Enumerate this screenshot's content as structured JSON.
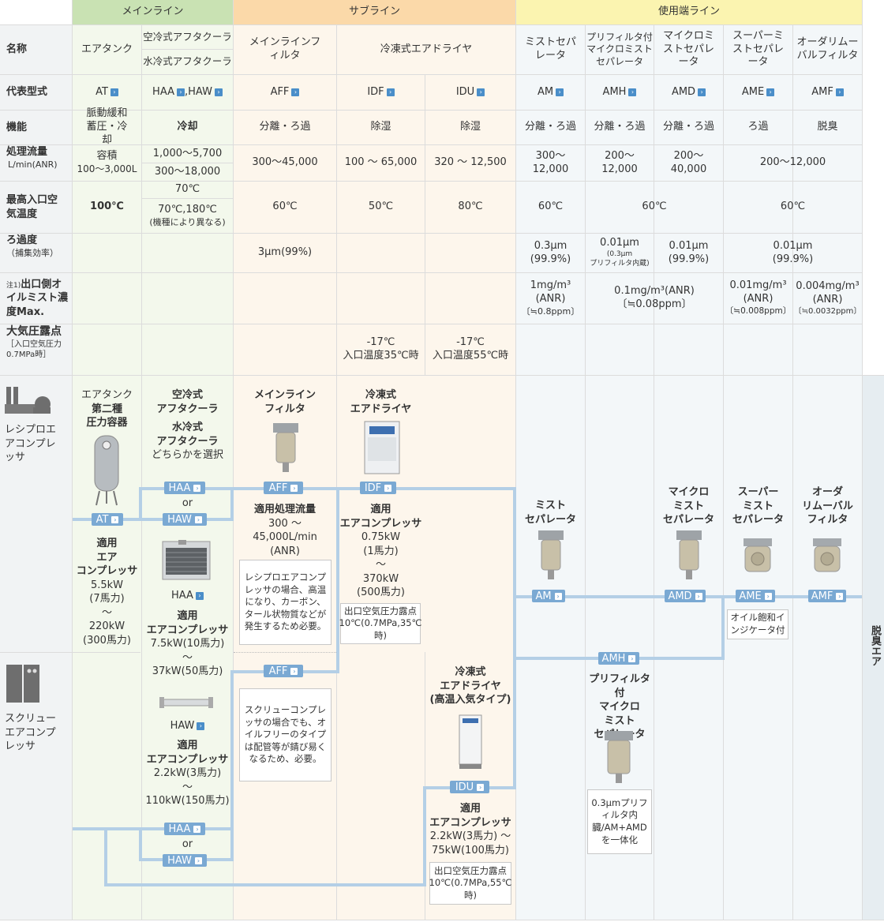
{
  "groups": {
    "main": "メインライン",
    "sub": "サブライン",
    "use": "使用端ライン"
  },
  "labels": {
    "name": "名称",
    "model": "代表型式",
    "function": "機能",
    "flow": "処理流量",
    "flow_unit": "L/min(ANR)",
    "temp": "最高入口空気温度",
    "filtration": "ろ過度",
    "filtration_sub": "（捕集効率）",
    "oil_note": "注1)",
    "oil": "出口側オイルミスト濃度Max.",
    "dew": "大気圧露点",
    "dew_sub": "［入口空気圧力0.7MPa時］"
  },
  "names": {
    "tank": "エアタンク",
    "ac_air": "空冷式アフタクーラ",
    "ac_water": "水冷式アフタクーラ",
    "aff": "メインラインフィルタ",
    "dryer": "冷凍式エアドライヤ",
    "am": "ミストセパレータ",
    "amh": "プリフィルタ付マイクロミストセパレータ",
    "amd": "マイクロミストセパレータ",
    "ame": "スーパーミストセパレータ",
    "amf": "オーダリムーバルフィルタ"
  },
  "models": {
    "at": "AT",
    "haa": "HAA",
    "haw": ",HAW",
    "aff": "AFF",
    "idf": "IDF",
    "idu": "IDU",
    "am": "AM",
    "amh": "AMH",
    "amd": "AMD",
    "ame": "AME",
    "amf": "AMF"
  },
  "functions": {
    "tank": "脈動緩和蓄圧・冷却",
    "ac": "冷却",
    "aff": "分離・ろ過",
    "idf": "除湿",
    "idu": "除湿",
    "am": "分離・ろ過",
    "amh": "分離・ろ過",
    "amd": "分離・ろ過",
    "ame": "ろ過",
    "amf": "脱臭"
  },
  "flows": {
    "tank_1": "容積",
    "tank_2": "100～3,000L",
    "ac_air": "1,000～5,700",
    "ac_water": "300～18,000",
    "aff": "300～45,000",
    "idf": "100 ～ 65,000",
    "idu": "320 ～ 12,500",
    "am_1": "300～",
    "am_2": "12,000",
    "amh_1": "200～",
    "amh_2": "12,000",
    "amd_1": "200～",
    "amd_2": "40,000",
    "ame_amf": "200～12,000"
  },
  "temps": {
    "tank": "100℃",
    "ac_air": "70℃",
    "ac_water": "70℃,180℃",
    "ac_water_note": "(機種により異なる)",
    "aff": "60℃",
    "idf": "50℃",
    "idu": "80℃",
    "am": "60℃",
    "amh_amd": "60℃",
    "ame_amf": "60℃"
  },
  "filtration": {
    "aff": "3µm(99%)",
    "am_1": "0.3µm",
    "am_2": "(99.9%)",
    "amh_1": "0.01µm",
    "amh_2": "(0.3µm",
    "amh_3": "プリフィルタ内蔵)",
    "amd_1": "0.01µm",
    "amd_2": "(99.9%)",
    "ame_amf_1": "0.01µm",
    "ame_amf_2": "(99.9%)"
  },
  "oil": {
    "am_1": "1mg/m³",
    "am_2": "(ANR)",
    "am_3": "〔≒0.8ppm〕",
    "amh_amd_1": "0.1mg/m³(ANR)",
    "amh_amd_2": "〔≒0.08ppm〕",
    "ame_1": "0.01mg/m³",
    "ame_2": "(ANR)",
    "ame_3": "〔≒0.008ppm〕",
    "amf_1": "0.004mg/m³",
    "amf_2": "(ANR)",
    "amf_3": "〔≒0.0032ppm〕"
  },
  "dew": {
    "idf_1": "-17℃",
    "idf_2": "入口温度35℃時",
    "idu_1": "-17℃",
    "idu_2": "入口温度55℃時"
  },
  "diagram": {
    "recip": "レシプロエアコンプレッサ",
    "screw": "スクリューエアコンプレッサ",
    "tank_1": "エアタンク",
    "tank_2": "第二種",
    "tank_3": "圧力容器",
    "ac_title_1": "空冷式",
    "ac_title_2": "アフタクーラ",
    "ac_title_3": "水冷式",
    "ac_title_4": "アフタクーラ",
    "ac_title_5": "どちらかを選択",
    "or": "or",
    "tank_app_1": "適用",
    "tank_app_2": "エア",
    "tank_app_3": "コンプレッサ",
    "tank_app_4": "5.5kW",
    "tank_app_5": "(7馬力)",
    "tank_app_6": "～",
    "tank_app_7": "220kW",
    "tank_app_8": "(300馬力)",
    "haa_app_1": "適用",
    "haa_app_2": "エアコンプレッサ",
    "haa_app_3": "7.5kW(10馬力)",
    "haa_app_4": "～",
    "haa_app_5": "37kW(50馬力)",
    "haw_app_1": "適用",
    "haw_app_2": "エアコンプレッサ",
    "haw_app_3": "2.2kW(3馬力)",
    "haw_app_4": "～",
    "haw_app_5": "110kW(150馬力)",
    "aff_title_1": "メインライン",
    "aff_title_2": "フィルタ",
    "aff_flow_1": "適用処理流量",
    "aff_flow_2": "300 ～",
    "aff_flow_3": "45,000L/min",
    "aff_flow_4": "(ANR)",
    "aff_note1": "レシプロエアコンプレッサの場合、高温になり、カーボン、タール状物質などが発生するため必要。",
    "aff_note2": "スクリューコンプレッサの場合でも、オイルフリーのタイプは配管等が錆び易くなるため、必要。",
    "idf_title_1": "冷凍式",
    "idf_title_2": "エアドライヤ",
    "idf_app_1": "適用",
    "idf_app_2": "エアコンプレッサ",
    "idf_app_3": "0.75kW",
    "idf_app_4": "(1馬力)",
    "idf_app_5": "～",
    "idf_app_6": "370kW",
    "idf_app_7": "(500馬力)",
    "idf_note": "出口空気圧力露点10℃(0.7MPa,35℃時)",
    "idu_title_1": "冷凍式",
    "idu_title_2": "エアドライヤ",
    "idu_title_3": "(高温入気タイプ)",
    "idu_app_1": "適用",
    "idu_app_2": "エアコンプレッサ",
    "idu_app_3": "2.2kW(3馬力) ～",
    "idu_app_4": "75kW(100馬力)",
    "idu_note": "出口空気圧力露点10℃(0.7MPa,55℃時)",
    "am_title_1": "ミスト",
    "am_title_2": "セパレータ",
    "amd_title_1": "マイクロ",
    "amd_title_2": "ミスト",
    "amd_title_3": "セパレータ",
    "ame_title_1": "スーパー",
    "ame_title_2": "ミスト",
    "ame_title_3": "セパレータ",
    "amf_title_1": "オーダ",
    "amf_title_2": "リムーバル",
    "amf_title_3": "フィルタ",
    "amh_title_1": "プリフィルタ付",
    "amh_title_2": "マイクロ",
    "amh_title_3": "ミスト",
    "amh_title_4": "セパレータ",
    "ame_note": "オイル飽和インジケータ付",
    "amh_note": "0.3µmプリフィルタ内臓/AM+AMDを一体化",
    "deodor": "脱臭エア"
  },
  "colors": {
    "pipe": "#b4cfe6",
    "tag": "#7aa9d3",
    "main": "#f3f8ec",
    "sub": "#fdf6ec",
    "use": "#f3f7f9"
  }
}
